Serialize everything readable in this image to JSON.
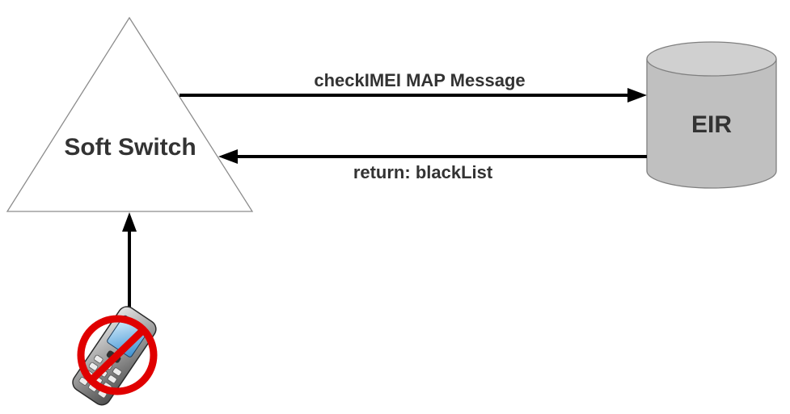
{
  "nodes": {
    "soft_switch": {
      "label": "Soft Switch",
      "shape": "triangle",
      "fill": "#ffffff",
      "stroke": "#8c8c8c"
    },
    "eir": {
      "label": "EIR",
      "shape": "cylinder",
      "fill": "#c0c0c0",
      "stroke": "#7f7f7f"
    },
    "handset": {
      "icon": "blocked-mobile-phone-icon",
      "prohibition_color": "#e00000"
    }
  },
  "edges": [
    {
      "from": "soft_switch",
      "to": "eir",
      "label": "checkIMEI MAP Message"
    },
    {
      "from": "eir",
      "to": "soft_switch",
      "label": "return: blackList"
    },
    {
      "from": "handset",
      "to": "soft_switch",
      "label": ""
    }
  ],
  "colors": {
    "text": "#333333",
    "arrow": "#000000"
  }
}
